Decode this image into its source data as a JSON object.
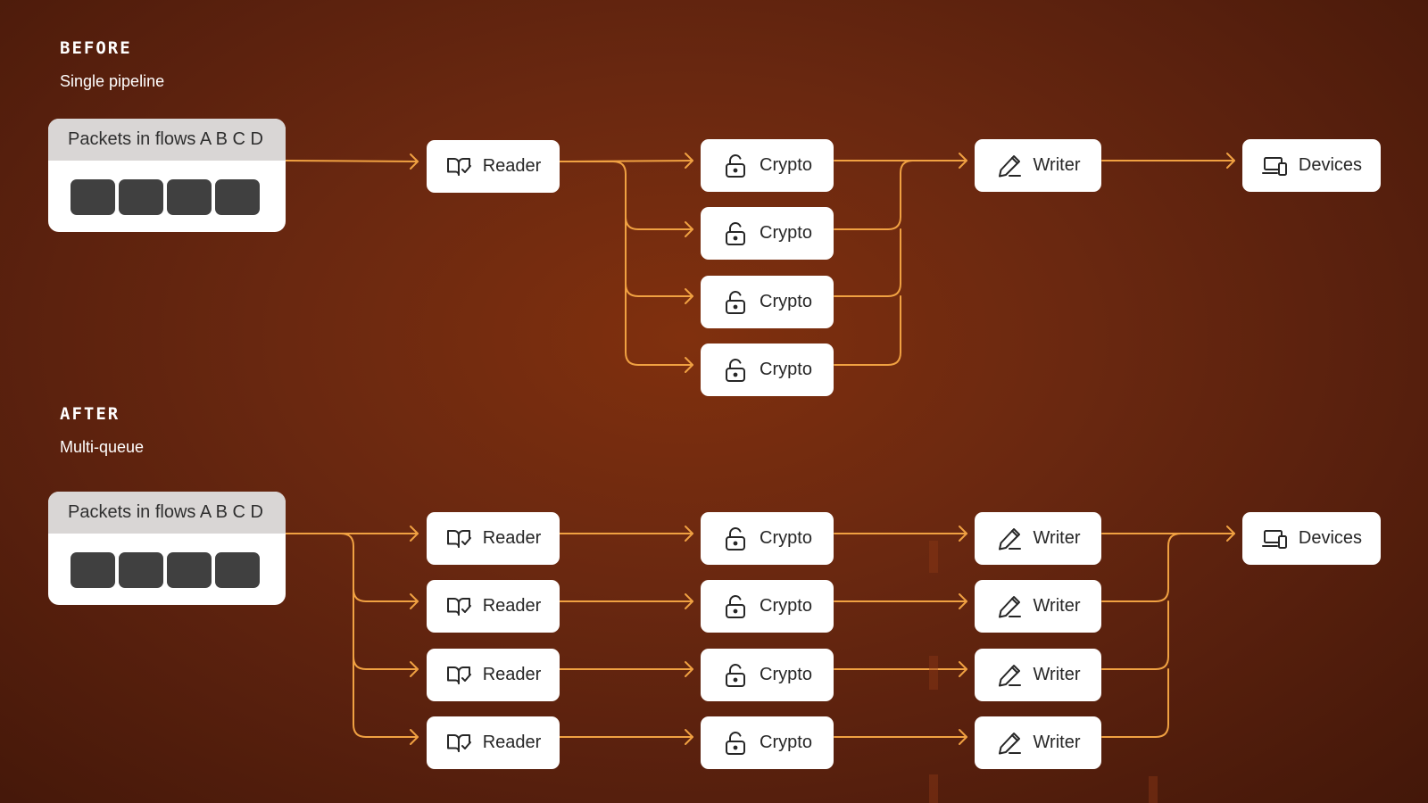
{
  "before": {
    "title": "BEFORE",
    "subtitle": "Single pipeline",
    "source_label": "Packets in flows A B C D",
    "packet_count": 4,
    "stages": {
      "reader": [
        "Reader"
      ],
      "crypto": [
        "Crypto",
        "Crypto",
        "Crypto",
        "Crypto"
      ],
      "writer": [
        "Writer"
      ],
      "devices": [
        "Devices"
      ]
    }
  },
  "after": {
    "title": "AFTER",
    "subtitle": "Multi-queue",
    "source_label": "Packets in flows A B C D",
    "packet_count": 4,
    "stages": {
      "reader": [
        "Reader",
        "Reader",
        "Reader",
        "Reader"
      ],
      "crypto": [
        "Crypto",
        "Crypto",
        "Crypto",
        "Crypto"
      ],
      "writer": [
        "Writer",
        "Writer",
        "Writer",
        "Writer"
      ],
      "devices": [
        "Devices"
      ]
    }
  },
  "icons": {
    "reader": "book-check-icon",
    "crypto": "unlocked-padlock-icon",
    "writer": "pen-icon",
    "devices": "devices-icon"
  },
  "colors": {
    "connector": "#f0a142",
    "node_bg": "#ffffff",
    "packet": "#404040",
    "packets_header": "#d9d6d5"
  }
}
